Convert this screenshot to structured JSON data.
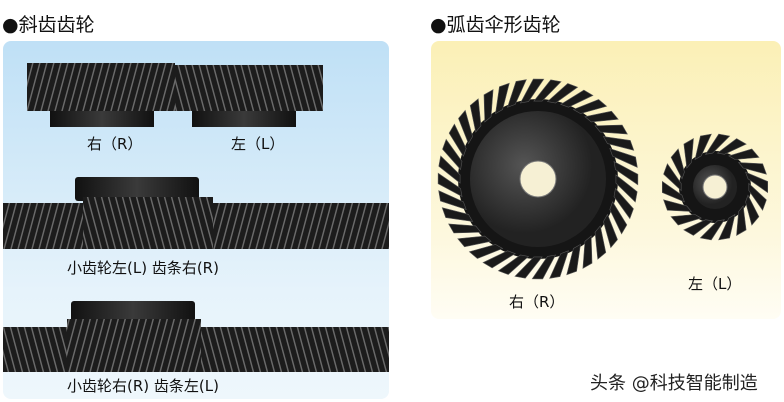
{
  "helical": {
    "title": "●斜齿齿轮",
    "right_label": "右（R）",
    "left_label": "左（L）",
    "rack1_label": "小齿轮左(L) 齿条右(R)",
    "rack2_label": "小齿轮右(R) 齿条左(L)"
  },
  "spiral_bevel": {
    "title": "●弧齿伞形齿轮",
    "right_label": "右（R）",
    "left_label": "左（L）"
  },
  "watermark": "头条 @科技智能制造",
  "colors": {
    "left_panel": "#c8e5f7",
    "right_panel": "#fcf3c4",
    "gear": "#1a1a1a"
  }
}
